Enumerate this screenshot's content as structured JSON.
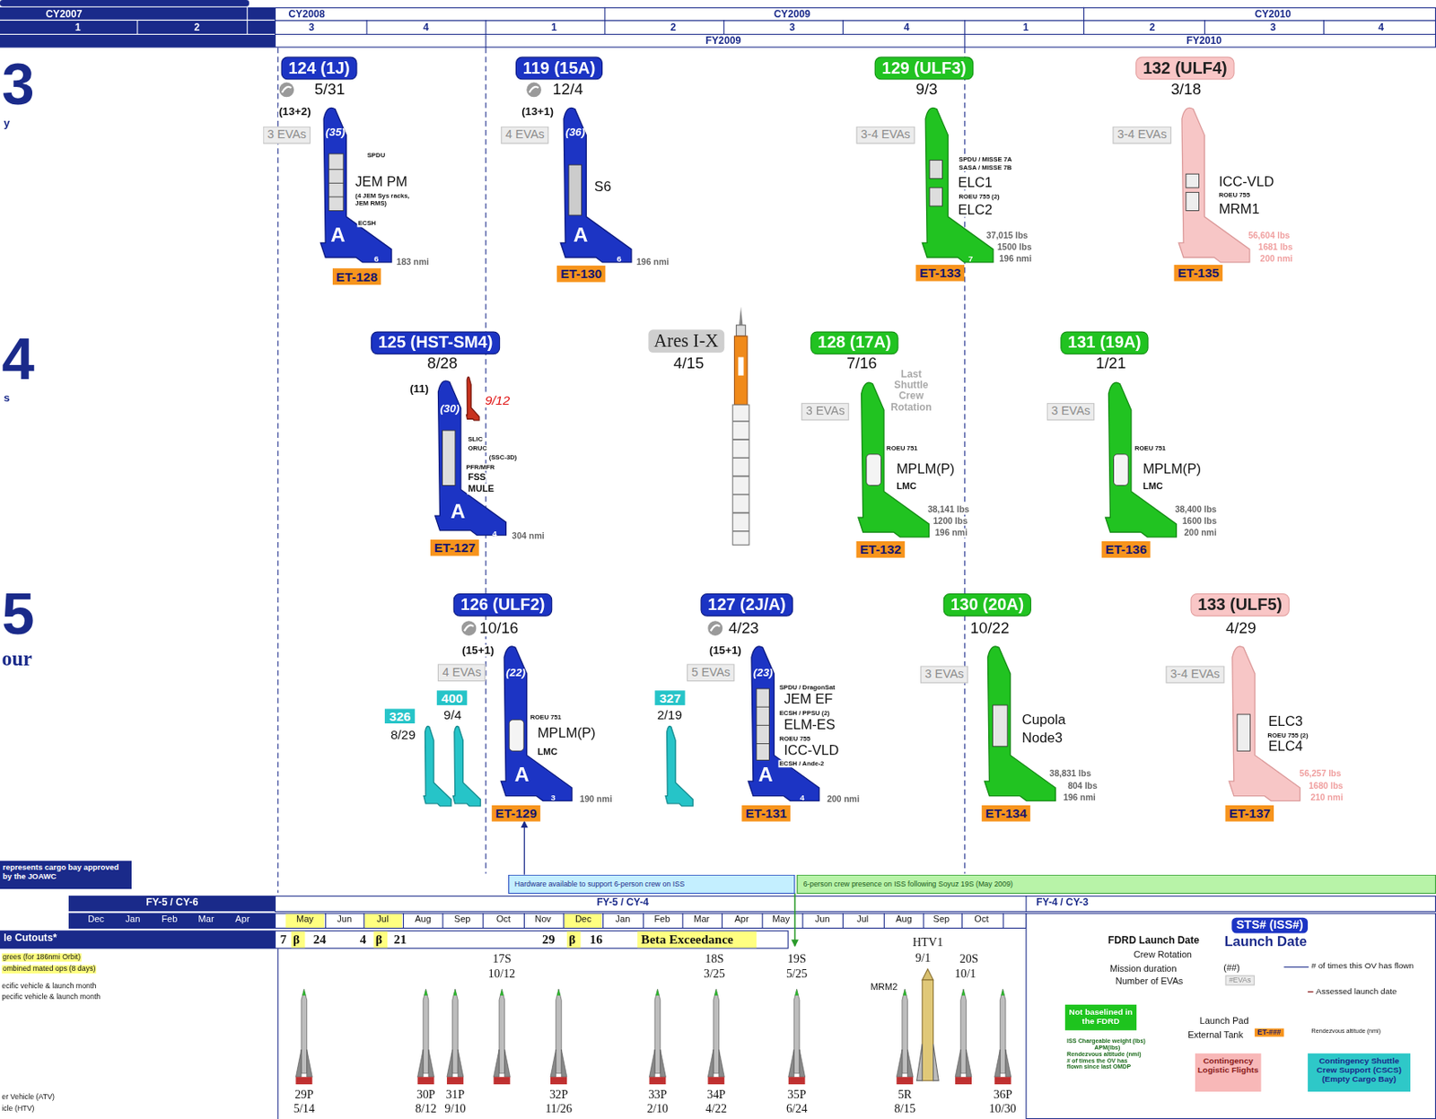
{
  "diagram": {
    "nodes": [
      {
        "text": [
          "124 (1J)"
        ]
      },
      {
        "text": [
          "3 EVAs"
        ]
      },
      {
        "text": [
          "ET-128"
        ]
      },
      {
        "text": [
          "119 (15A)"
        ]
      },
      {
        "text": [
          "4 EVAs"
        ]
      },
      {
        "text": [
          "ET-130"
        ]
      },
      {
        "text": [
          "129 (ULF3)"
        ]
      },
      {
        "text": [
          "3-4 EVAs"
        ]
      },
      {
        "text": [
          "ET-133"
        ]
      },
      {
        "text": [
          "132 (ULF4)"
        ]
      },
      {
        "text": [
          "3-4 EVAs"
        ]
      },
      {
        "text": [
          "ET-135"
        ]
      },
      {
        "text": [
          "125 (HST-SM4)"
        ]
      },
      {
        "text": [
          "ET-127"
        ]
      },
      {
        "text": [
          "Ares I-X"
        ]
      },
      {
        "text": [
          "128 (17A)"
        ]
      },
      {
        "text": [
          "3 EVAs"
        ]
      },
      {
        "text": [
          "ET-132"
        ]
      },
      {
        "text": [
          "131 (19A)"
        ]
      },
      {
        "text": [
          "3 EVAs"
        ]
      },
      {
        "text": [
          "ET-136"
        ]
      },
      {
        "text": [
          "326"
        ]
      },
      {
        "text": [
          "400"
        ]
      },
      {
        "text": [
          "126 (ULF2)"
        ]
      },
      {
        "text": [
          "4 EVAs"
        ]
      },
      {
        "text": [
          "ET-129"
        ]
      },
      {
        "text": [
          "327"
        ]
      },
      {
        "text": [
          "127 (2J/A)"
        ]
      },
      {
        "text": [
          "5 EVAs"
        ]
      },
      {
        "text": [
          "ET-131"
        ]
      },
      {
        "text": [
          "130 (20A)"
        ]
      },
      {
        "text": [
          "3 EVAs"
        ]
      },
      {
        "text": [
          "ET-134"
        ]
      },
      {
        "text": [
          "133 (ULF5)"
        ]
      },
      {
        "text": [
          "3-4 EVAs"
        ]
      },
      {
        "text": [
          "ET-137"
        ]
      },
      {
        "text": [
          "represents cargo bay approved by the JOAWC"
        ]
      },
      {
        "text": [
          "Hardware available to support 6-person crew on ISS"
        ]
      },
      {
        "text": [
          "6-person crew presence on ISS following Soyuz 19S (May 2009)"
        ]
      },
      {
        "text": [
          "STS# (ISS#)"
        ]
      },
      {
        "text": [
          "#EVAs"
        ]
      },
      {
        "text": [
          "ET-###"
        ]
      }
    ],
    "edges": [
      {
        "from": 37,
        "to": 25,
        "arrow": "to"
      }
    ],
    "labels": [
      "CY2007",
      "1",
      "2",
      "CY2008",
      "3",
      "4",
      "CY2009",
      "1",
      "2",
      "3",
      "4",
      "CY2010",
      "1",
      "2",
      "3",
      "4",
      "FY2009",
      "FY2010",
      "3",
      "y",
      "4",
      "s",
      "5",
      "our",
      "5/31",
      "(13+2)",
      "(35)",
      "SPDU",
      "JEM PM",
      "(4 JEM Sys racks, JEM RMS)",
      "ECSH",
      "A",
      "6",
      "183 nmi",
      "12/4",
      "(13+1)",
      "(36)",
      "S6",
      "A",
      "6",
      "196 nmi",
      "9/3",
      "SPDU / MISSE 7A",
      "SASA / MISSE 7B",
      "ELC1",
      "ROEU 755 (2)",
      "ELC2",
      "37,015 lbs",
      "1500 lbs",
      "196 nmi",
      "7",
      "3/18",
      "ICC-VLD",
      "ROEU 755",
      "MRM1",
      "56,604 lbs",
      "1681 lbs",
      "200 nmi",
      "8/28",
      "(11)",
      "9/12",
      "(30)",
      "SLIC",
      "ORUC",
      "(SSC-3D)",
      "PFR/MFR",
      "FSS",
      "MULE",
      "A",
      "4",
      "304 nmi",
      "4/15",
      "7/16",
      "Last Shuttle Crew Rotation",
      "ROEU 751",
      "MPLM(P)",
      "LMC",
      "38,141 lbs",
      "1200 lbs",
      "196 nmi",
      "1/21",
      "ROEU 751",
      "MPLM(P)",
      "LMC",
      "38,400 lbs",
      "1600 lbs",
      "200 nmi",
      "10/16",
      "(15+1)",
      "(22)",
      "8/29",
      "9/4",
      "ROEU 751",
      "MPLM(P)",
      "LMC",
      "A",
      "3",
      "190 nmi",
      "4/23",
      "(15+1)",
      "(23)",
      "2/19",
      "SPDU / DragonSat",
      "JEM EF",
      "ECSH / PPSU (2)",
      "ELM-ES",
      "ROEU 755",
      "ICC-VLD",
      "ECSH / Ande-2",
      "A",
      "4",
      "200 nmi",
      "10/22",
      "Cupola",
      "Node3",
      "38,831 lbs",
      "804 lbs",
      "196 nmi",
      "4/29",
      "ELC3",
      "ROEU 755 (2)",
      "ELC4",
      "56,257 lbs",
      "1680 lbs",
      "210 nmi",
      "FY-5 / CY-6",
      "FY-5 / CY-4",
      "FY-4 / CY-3",
      "Dec",
      "Jan",
      "Feb",
      "Mar",
      "Apr",
      "May",
      "Jun",
      "Jul",
      "Aug",
      "Sep",
      "Oct",
      "Nov",
      "Dec",
      "Jan",
      "Feb",
      "Mar",
      "Apr",
      "May",
      "Jun",
      "Jul",
      "Aug",
      "Sep",
      "Oct",
      "le Cutouts*",
      "7",
      "β",
      "24",
      "4",
      "β",
      "21",
      "29",
      "β",
      "16",
      "Beta Exceedance",
      "grees (for 186nmi Orbit)",
      "ombined mated ops (8 days)",
      "ecific vehicle & launch month",
      "pecific vehicle & launch month",
      "er Vehicle (ATV)",
      "icle (HTV)",
      "17S",
      "10/12",
      "18S",
      "3/25",
      "19S",
      "5/25",
      "HTV1",
      "9/1",
      "20S",
      "10/1",
      "MRM2",
      "29P",
      "5/14",
      "30P",
      "8/12",
      "31P",
      "9/10",
      "32P",
      "11/26",
      "33P",
      "2/10",
      "34P",
      "4/22",
      "35P",
      "6/24",
      "5R",
      "8/15",
      "36P",
      "10/30",
      "FDRD Launch Date",
      "Launch Date",
      "Crew Rotation",
      "Mission duration",
      "(##)",
      "Number of EVAs",
      "# of times this OV has flown",
      "Assessed launch date",
      "Launch Pad",
      "External Tank",
      "Rendezvous altitude (nmi)",
      "A",
      "ISS Chargeable weight (lbs)",
      "APM(lbs)",
      "Rendezvous altitude (nmi)",
      "# of times the OV has flown since last OMDP"
    ],
    "legend": [
      {
        "text": "Not baselined in the FDRD",
        "color": "#1ec41e"
      },
      {
        "text": "Contingency Logistic Flights",
        "color": "#f8b8b8"
      },
      {
        "text": "Contingency Shuttle Crew Support (CSCS) (Empty Cargo Bay)",
        "color": "#2ec8c8"
      }
    ]
  }
}
